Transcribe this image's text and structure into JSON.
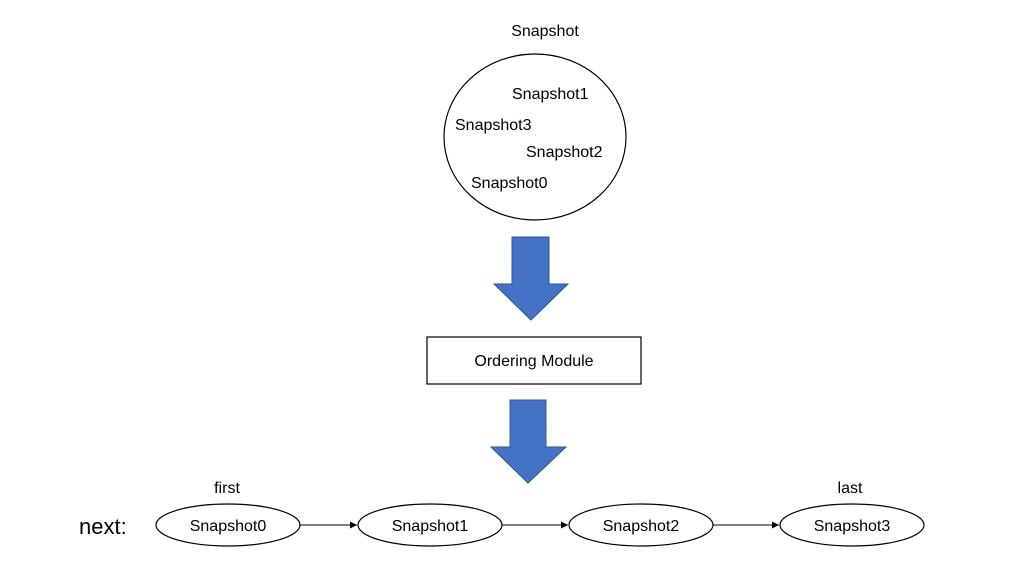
{
  "snapshot_set": {
    "title": "Snapshot",
    "items": [
      "Snapshot1",
      "Snapshot3",
      "Snapshot2",
      "Snapshot0"
    ]
  },
  "module": {
    "label": "Ordering Module"
  },
  "list": {
    "prefix": "next:",
    "first_label": "first",
    "last_label": "last",
    "nodes": [
      "Snapshot0",
      "Snapshot1",
      "Snapshot2",
      "Snapshot3"
    ]
  },
  "colors": {
    "arrow_fill": "#4472c4",
    "arrow_stroke": "#2f5597"
  }
}
